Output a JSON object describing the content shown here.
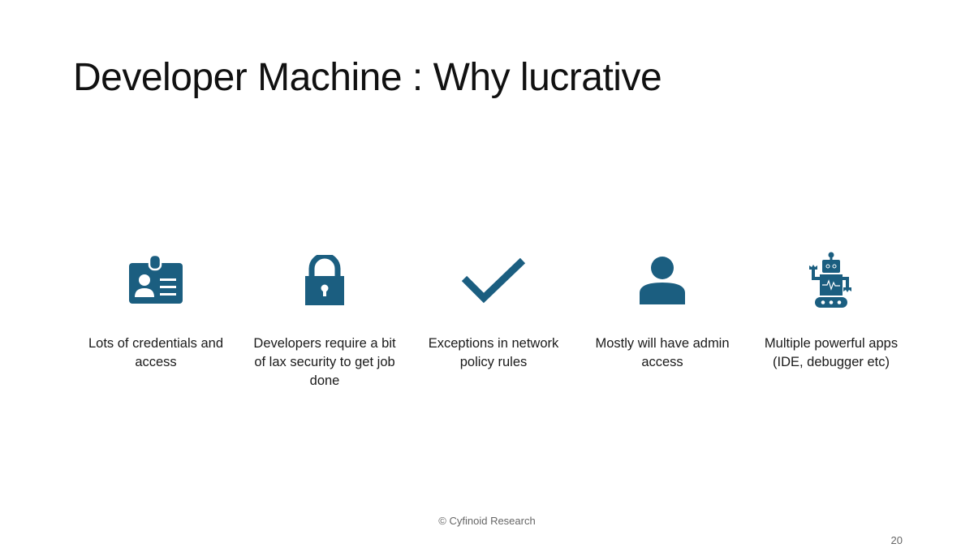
{
  "slide": {
    "title": "Developer Machine : Why lucrative",
    "accent_color": "#1b5e80",
    "items": [
      {
        "icon": "id-badge-icon",
        "label": "Lots of credentials and access"
      },
      {
        "icon": "padlock-icon",
        "label": "Developers require a bit of lax security to get job done"
      },
      {
        "icon": "checkmark-icon",
        "label": "Exceptions in network policy rules"
      },
      {
        "icon": "user-icon",
        "label": "Mostly will have admin access"
      },
      {
        "icon": "robot-icon",
        "label": "Multiple powerful apps (IDE, debugger etc)"
      }
    ],
    "footer": "© Cyfinoid Research",
    "page_number": "20"
  }
}
